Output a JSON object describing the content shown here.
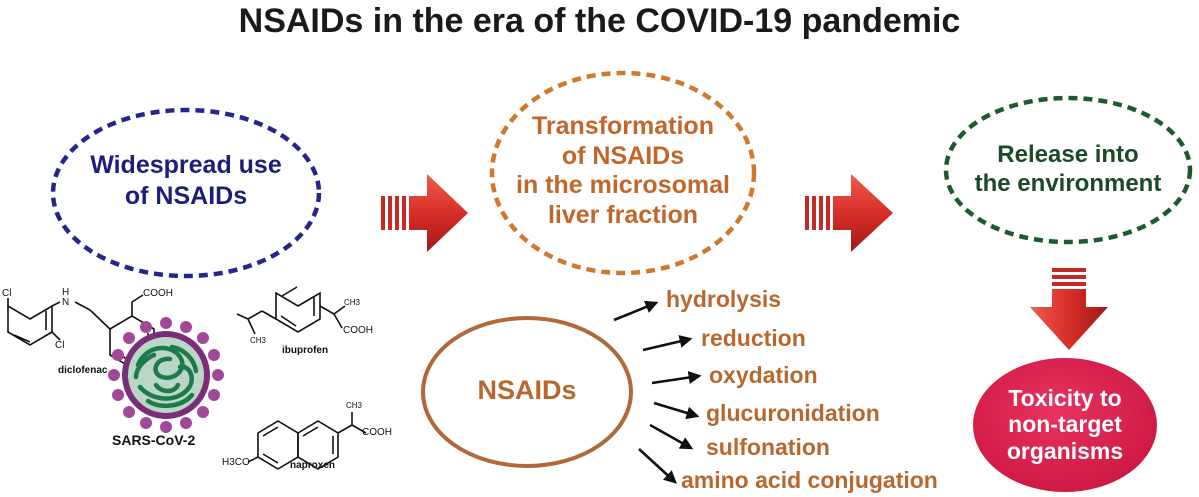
{
  "title": "NSAIDs in the era of the COVID-19 pandemic",
  "nodes": {
    "widespread": [
      "Widespread use",
      "of NSAIDs"
    ],
    "transformation": [
      "Transformation",
      "of NSAIDs",
      "in the microsomal",
      "liver fraction"
    ],
    "release": [
      "Release into",
      "the environment"
    ],
    "nsaids": "NSAIDs",
    "toxicity": [
      "Toxicity to",
      "non-target",
      "organisms"
    ]
  },
  "processes": [
    "hydrolysis",
    "reduction",
    "oxydation",
    "glucuronidation",
    "sulfonation",
    "amino acid conjugation"
  ],
  "structures": {
    "diclofenac": {
      "name": "diclofenac",
      "labels": [
        "Cl",
        "H",
        "N",
        "COOH",
        "Cl"
      ]
    },
    "ibuprofen": {
      "name": "ibuprofen",
      "labels": [
        "CH3",
        "COOH",
        "CH3"
      ]
    },
    "naproxen": {
      "name": "naproxen",
      "labels": [
        "CH3",
        "COOH",
        "H3CO"
      ]
    },
    "virus": "SARS-CoV-2"
  },
  "colors": {
    "blue": "#1e1e7a",
    "orange": "#c2672c",
    "green": "#1c4a28",
    "brown": "#b8682e",
    "red_arrow": "#d9302a",
    "toxicity_fill": "#d81e4c"
  }
}
